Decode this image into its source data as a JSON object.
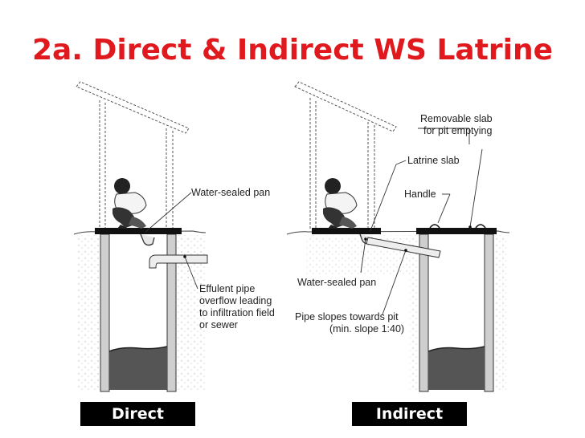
{
  "title": "2a. Direct & Indirect WS Latrine",
  "colors": {
    "title": "#e0191e",
    "caption_bg": "#000000",
    "caption_text": "#ffffff"
  },
  "direct": {
    "labels": {
      "water_sealed_pan": "Water-sealed pan",
      "effluent_lines": [
        "Effulent pipe",
        "overflow leading",
        "to infiltration field",
        "or sewer"
      ]
    },
    "caption": "Direct"
  },
  "indirect": {
    "labels": {
      "removable_slab_lines": [
        "Removable slab",
        "for pit emptying"
      ],
      "latrine_slab": "Latrine slab",
      "handle": "Handle",
      "water_sealed_pan": "Water-sealed pan",
      "pipe_slope_lines": [
        "Pipe slopes towards pit",
        "(min. slope 1:40)"
      ]
    },
    "caption": "Indirect"
  }
}
